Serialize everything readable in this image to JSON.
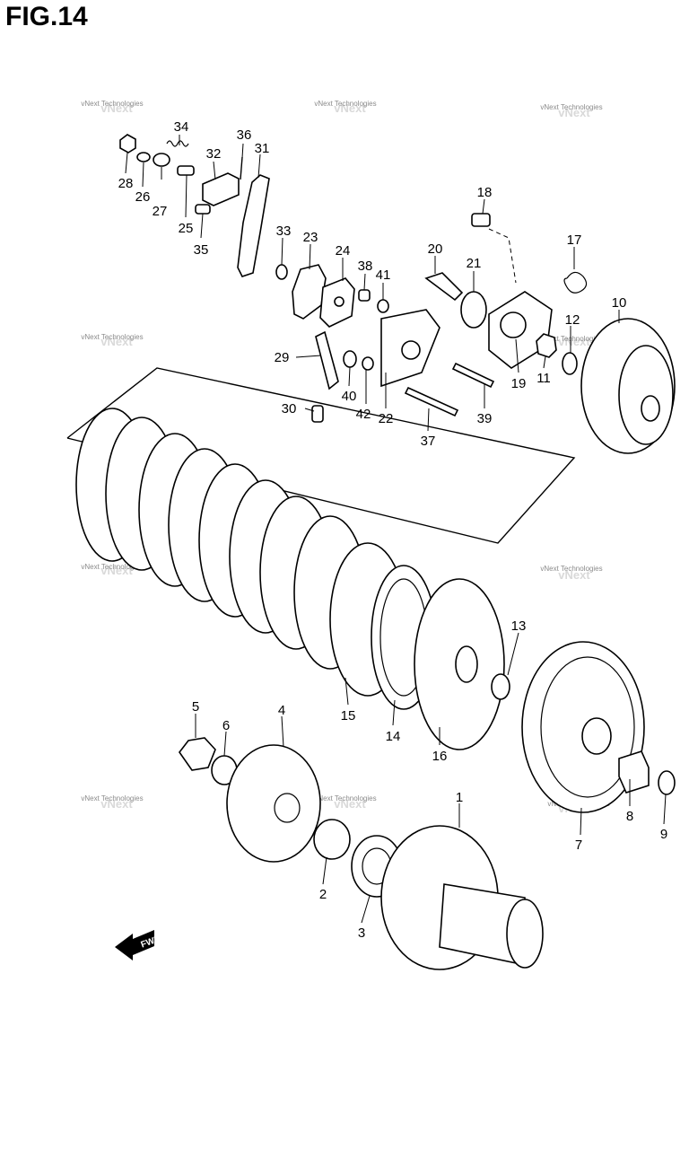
{
  "figure_title": "FIG.14",
  "watermark_text": "vNext Technologies",
  "fwd_label": "FWD",
  "callouts": {
    "p1": "1",
    "p2": "2",
    "p3": "3",
    "p4": "4",
    "p5": "5",
    "p6": "6",
    "p7": "7",
    "p8": "8",
    "p9": "9",
    "p10": "10",
    "p11": "11",
    "p12": "12",
    "p13": "13",
    "p14": "14",
    "p15": "15",
    "p16": "16",
    "p17": "17",
    "p18": "18",
    "p19": "19",
    "p20": "20",
    "p21": "21",
    "p22": "22",
    "p23": "23",
    "p24": "24",
    "p25": "25",
    "p26": "26",
    "p27": "27",
    "p28": "28",
    "p29": "29",
    "p30": "30",
    "p31": "31",
    "p32": "32",
    "p33": "33",
    "p34": "34",
    "p35": "35",
    "p36": "36",
    "p37": "37",
    "p38": "38",
    "p39": "39",
    "p40": "40",
    "p41": "41",
    "p42": "42"
  }
}
